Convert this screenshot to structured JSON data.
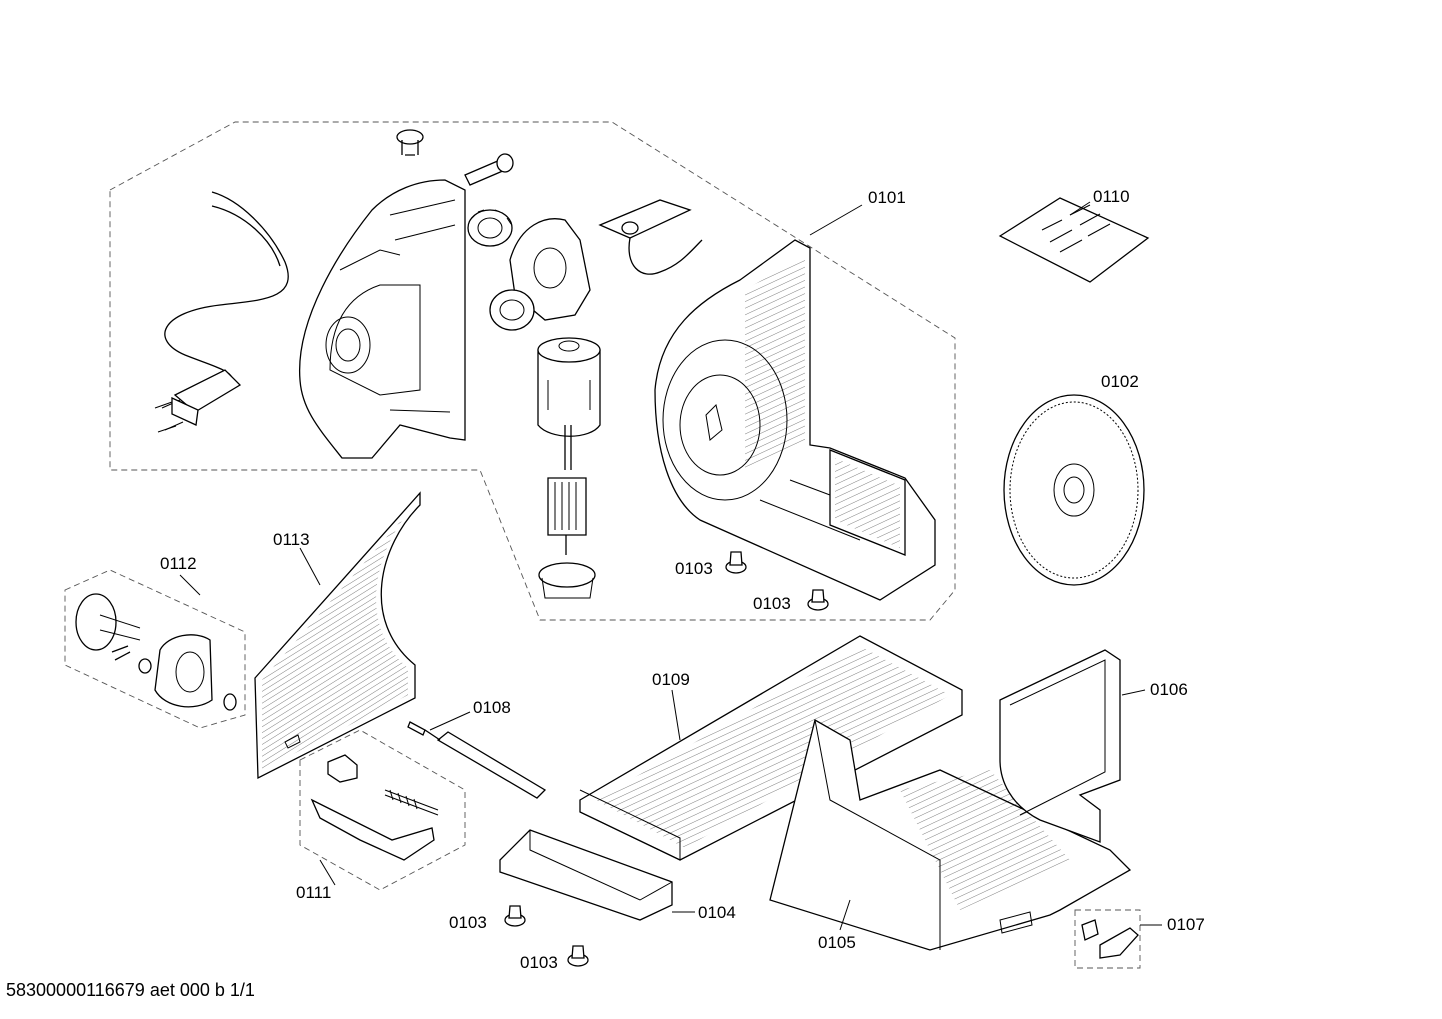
{
  "labels": {
    "p0101": "0101",
    "p0102": "0102",
    "p0103a": "0103",
    "p0103b": "0103",
    "p0103c": "0103",
    "p0103d": "0103",
    "p0104": "0104",
    "p0105": "0105",
    "p0106": "0106",
    "p0107": "0107",
    "p0108": "0108",
    "p0109": "0109",
    "p0110": "0110",
    "p0111": "0111",
    "p0112": "0112",
    "p0113": "0113"
  },
  "footer": "58300000116679 aet 000 b 1/1"
}
